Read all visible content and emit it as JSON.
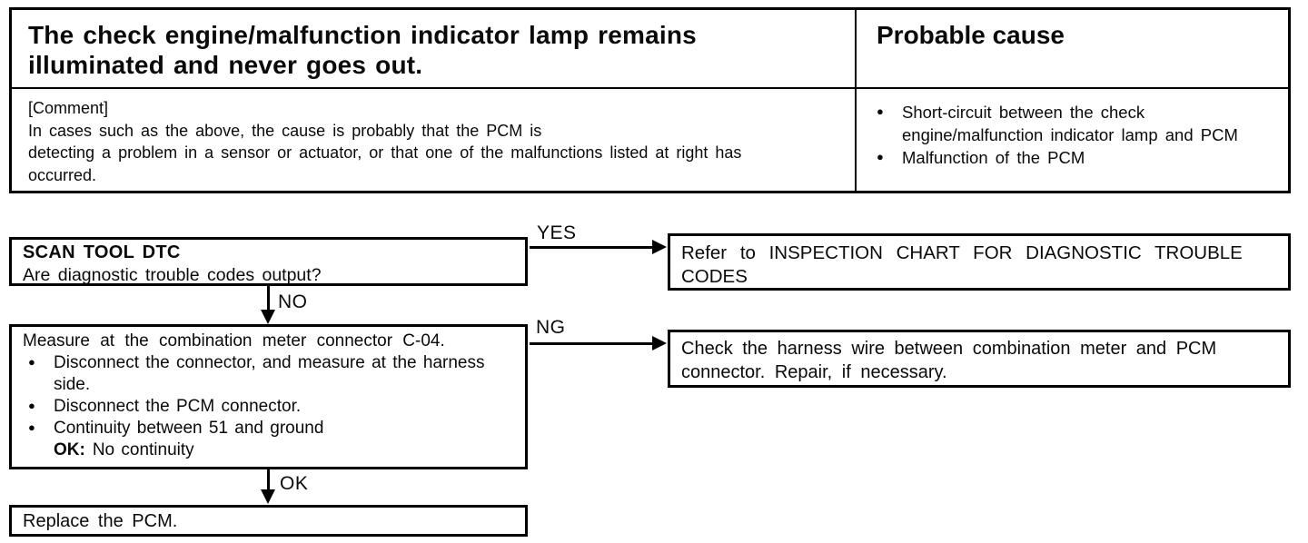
{
  "table": {
    "symptom_header": "The check engine/malfunction indicator lamp remains illuminated and never goes out.",
    "probable_cause_header": "Probable cause",
    "comment": "[Comment]\nIn cases such as the above, the cause is probably that the PCM is\ndetecting a problem in a sensor or actuator, or that one of the malfunctions listed at right has\noccurred.",
    "bullet_glyph": "●",
    "probable_causes": [
      "Short-circuit between the check engine/malfunction indicator lamp and PCM",
      "Malfunction of the PCM"
    ]
  },
  "flowchart": {
    "step1": {
      "title": "SCAN TOOL DTC",
      "question": "Are diagnostic trouble codes output?"
    },
    "labels": {
      "yes": "YES",
      "no": "NO",
      "ng": "NG",
      "ok": "OK"
    },
    "step1_result": "Refer to INSPECTION CHART FOR DIAGNOSTIC TROUBLE CODES",
    "step2": {
      "title": "Measure at the combination meter connector C-04.",
      "bullets": [
        "Disconnect the connector, and measure at the harness side.",
        "Disconnect the PCM connector.",
        "Continuity between 51 and ground"
      ],
      "ok_label": "OK:",
      "ok_value": "No continuity"
    },
    "step2_result": "Check the harness wire between combination meter and PCM connector. Repair, if necessary.",
    "step3": "Replace the PCM."
  },
  "colors": {
    "ink": "#0a0a0a",
    "paper": "#ffffff"
  }
}
